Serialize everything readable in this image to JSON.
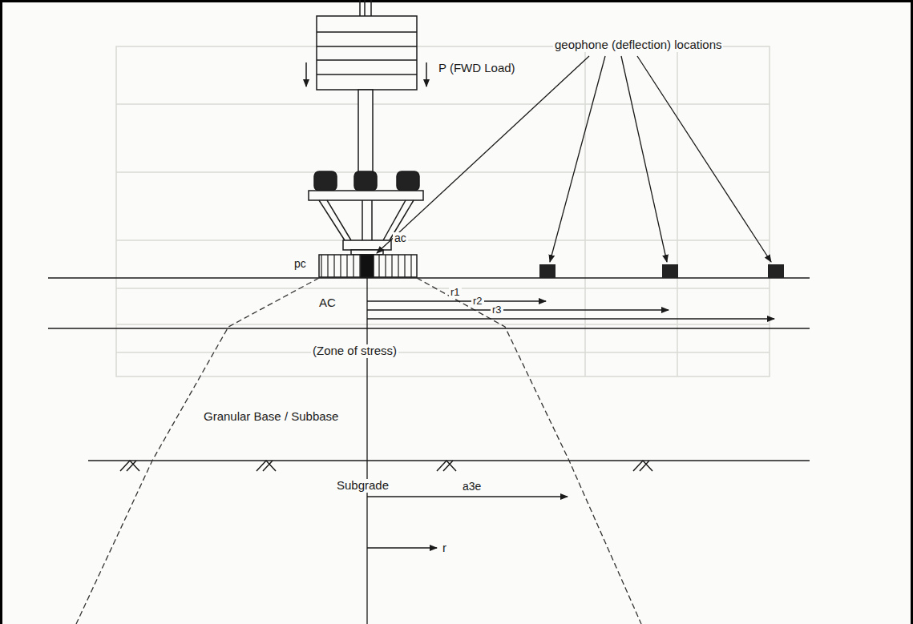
{
  "diagram": {
    "labels": [
      "P (FWD Load)",
      "geophone (deflection) locations",
      "ac",
      "pc",
      "r1",
      "r2",
      "r3",
      "AC",
      "(Zone of stress)",
      "Granular Base / Subbase",
      "Subgrade",
      "a3e",
      "r"
    ]
  }
}
